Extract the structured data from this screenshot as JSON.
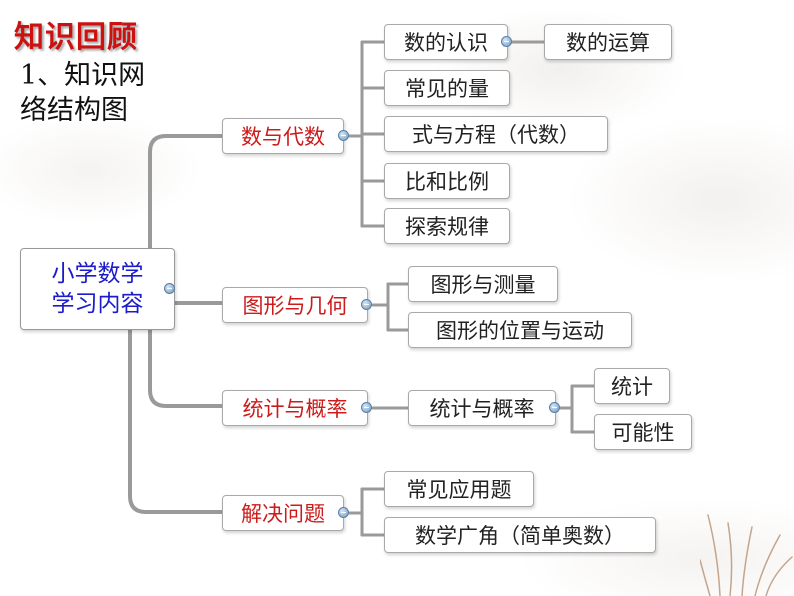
{
  "header": {
    "section_title": "知识回顾",
    "subtitle": "1、知识网络结构图"
  },
  "mindmap": {
    "root": {
      "line1": "小学数学",
      "line2": "学习内容"
    },
    "branches": [
      {
        "label": "数与代数",
        "children": [
          {
            "label": "数的认识",
            "children": [
              {
                "label": "数的运算"
              }
            ]
          },
          {
            "label": "常见的量"
          },
          {
            "label": "式与方程（代数）"
          },
          {
            "label": "比和比例"
          },
          {
            "label": "探索规律"
          }
        ]
      },
      {
        "label": "图形与几何",
        "children": [
          {
            "label": "图形与测量"
          },
          {
            "label": "图形的位置与运动"
          }
        ]
      },
      {
        "label": "统计与概率",
        "children": [
          {
            "label": "统计与概率",
            "children": [
              {
                "label": "统计"
              },
              {
                "label": "可能性"
              }
            ]
          }
        ]
      },
      {
        "label": "解决问题",
        "children": [
          {
            "label": "常见应用题"
          },
          {
            "label": "数学广角（简单奥数）"
          }
        ]
      }
    ]
  },
  "colors": {
    "branch_text": "#cc1b1b",
    "root_text": "#1b1bcc",
    "connector": "#9a9a9a",
    "title": "#cc1111"
  }
}
